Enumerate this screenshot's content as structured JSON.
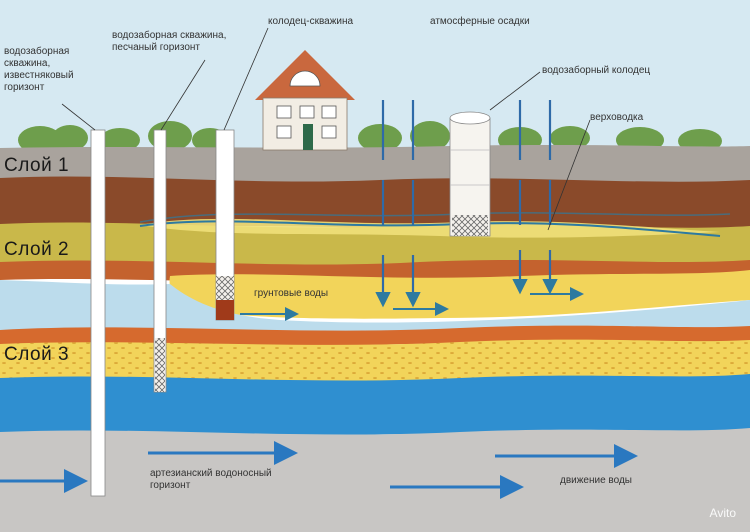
{
  "labels": {
    "well_limestone": [
      "водозаборная",
      "скважина,",
      "известняковый",
      "горизонт"
    ],
    "well_sand": [
      "водозаборная скважина,",
      "песчаный горизонт"
    ],
    "well_bore": "колодец-скважина",
    "precipitation": "атмосферные осадки",
    "intake_well": "водозаборный колодец",
    "perched_water": "верховодка",
    "groundwater": "грунтовые воды",
    "artesian": [
      "артезианский водоносный",
      "горизонт"
    ],
    "water_flow": "движение воды"
  },
  "layers": {
    "layer1": "Слой 1",
    "layer2": "Слой 2",
    "layer3": "Слой 3"
  },
  "watermark": "Avito",
  "colors": {
    "sky": "#d6e9f2",
    "grass": "#7aa85a",
    "topsoil": "#a9a39d",
    "clay_brown": "#8a4a2a",
    "clay_red": "#c4622e",
    "sand_yellow": "#f2d45a",
    "sand_olive": "#c9b84a",
    "water_blue": "#2f8fd0",
    "bedrock_gray": "#c8c6c4",
    "arrow_blue": "#2a78c0"
  }
}
